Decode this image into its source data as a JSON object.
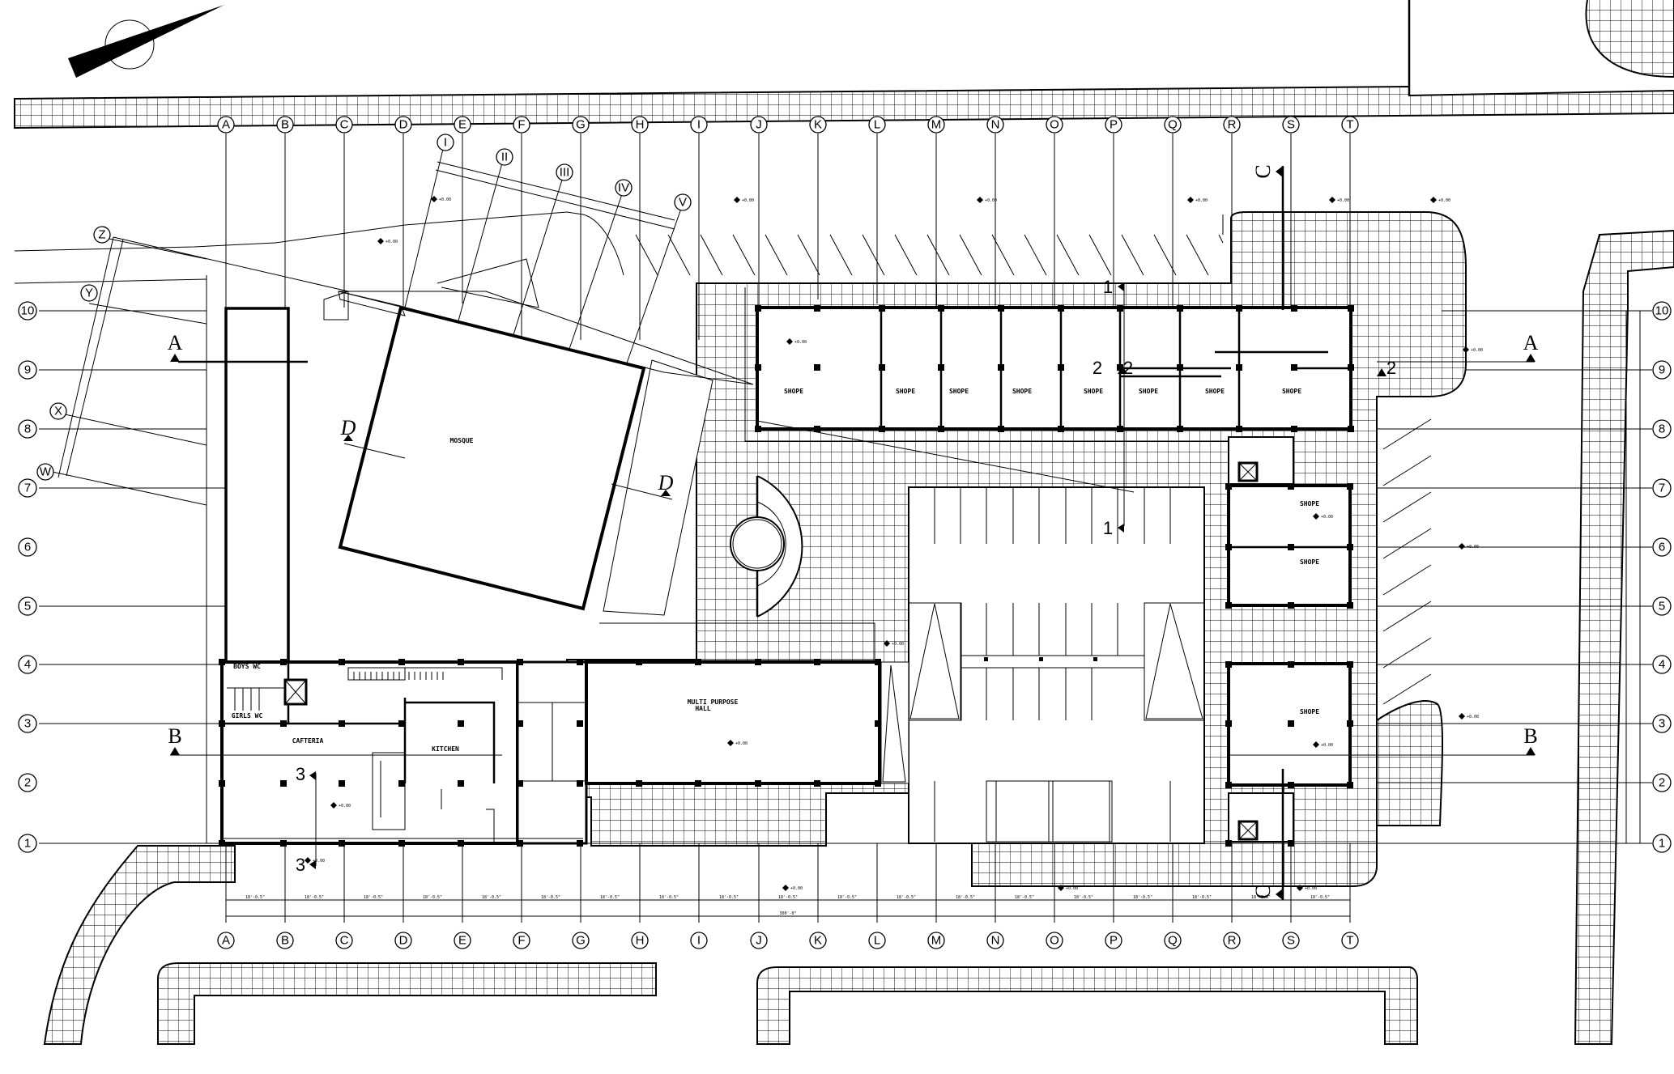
{
  "drawing": {
    "type": "architectural ground floor plan",
    "north_arrow": "north-arrow"
  },
  "grid": {
    "columns": [
      "A",
      "B",
      "C",
      "D",
      "E",
      "F",
      "G",
      "H",
      "I",
      "J",
      "K",
      "L",
      "M",
      "N",
      "O",
      "P",
      "Q",
      "R",
      "S",
      "T"
    ],
    "rows": [
      "10",
      "9",
      "8",
      "7",
      "6",
      "5",
      "4",
      "3",
      "2",
      "1"
    ],
    "skewed_columns": [
      "I",
      "II",
      "III",
      "IV",
      "V"
    ],
    "skewed_rows": [
      "Z",
      "Y",
      "X",
      "W"
    ]
  },
  "sections": {
    "A": "A",
    "B": "B",
    "C": "C",
    "D": "D",
    "s1": "1",
    "s2": "2",
    "s3": "3"
  },
  "rooms": {
    "mosque": "MOSQUE",
    "boys_wc": "BOYS WC",
    "girls_wc": "GIRLS WC",
    "cafeteria": "CAFTERIA",
    "kitchen": "KITCHEN",
    "hall_line1": "MULTI PURPOSE",
    "hall_line2": "HALL",
    "shop": "SHOPE"
  },
  "shops_top": [
    "SHOPE",
    "SHOPE",
    "SHOPE",
    "SHOPE",
    "SHOPE",
    "SHOPE",
    "SHOPE",
    "SHOPE"
  ],
  "shops_right": [
    "SHOPE",
    "SHOPE",
    "SHOPE"
  ],
  "dimensions": {
    "bay": "18'-0.5\"",
    "total": "300'-0\""
  },
  "level_marker": "+0.00"
}
